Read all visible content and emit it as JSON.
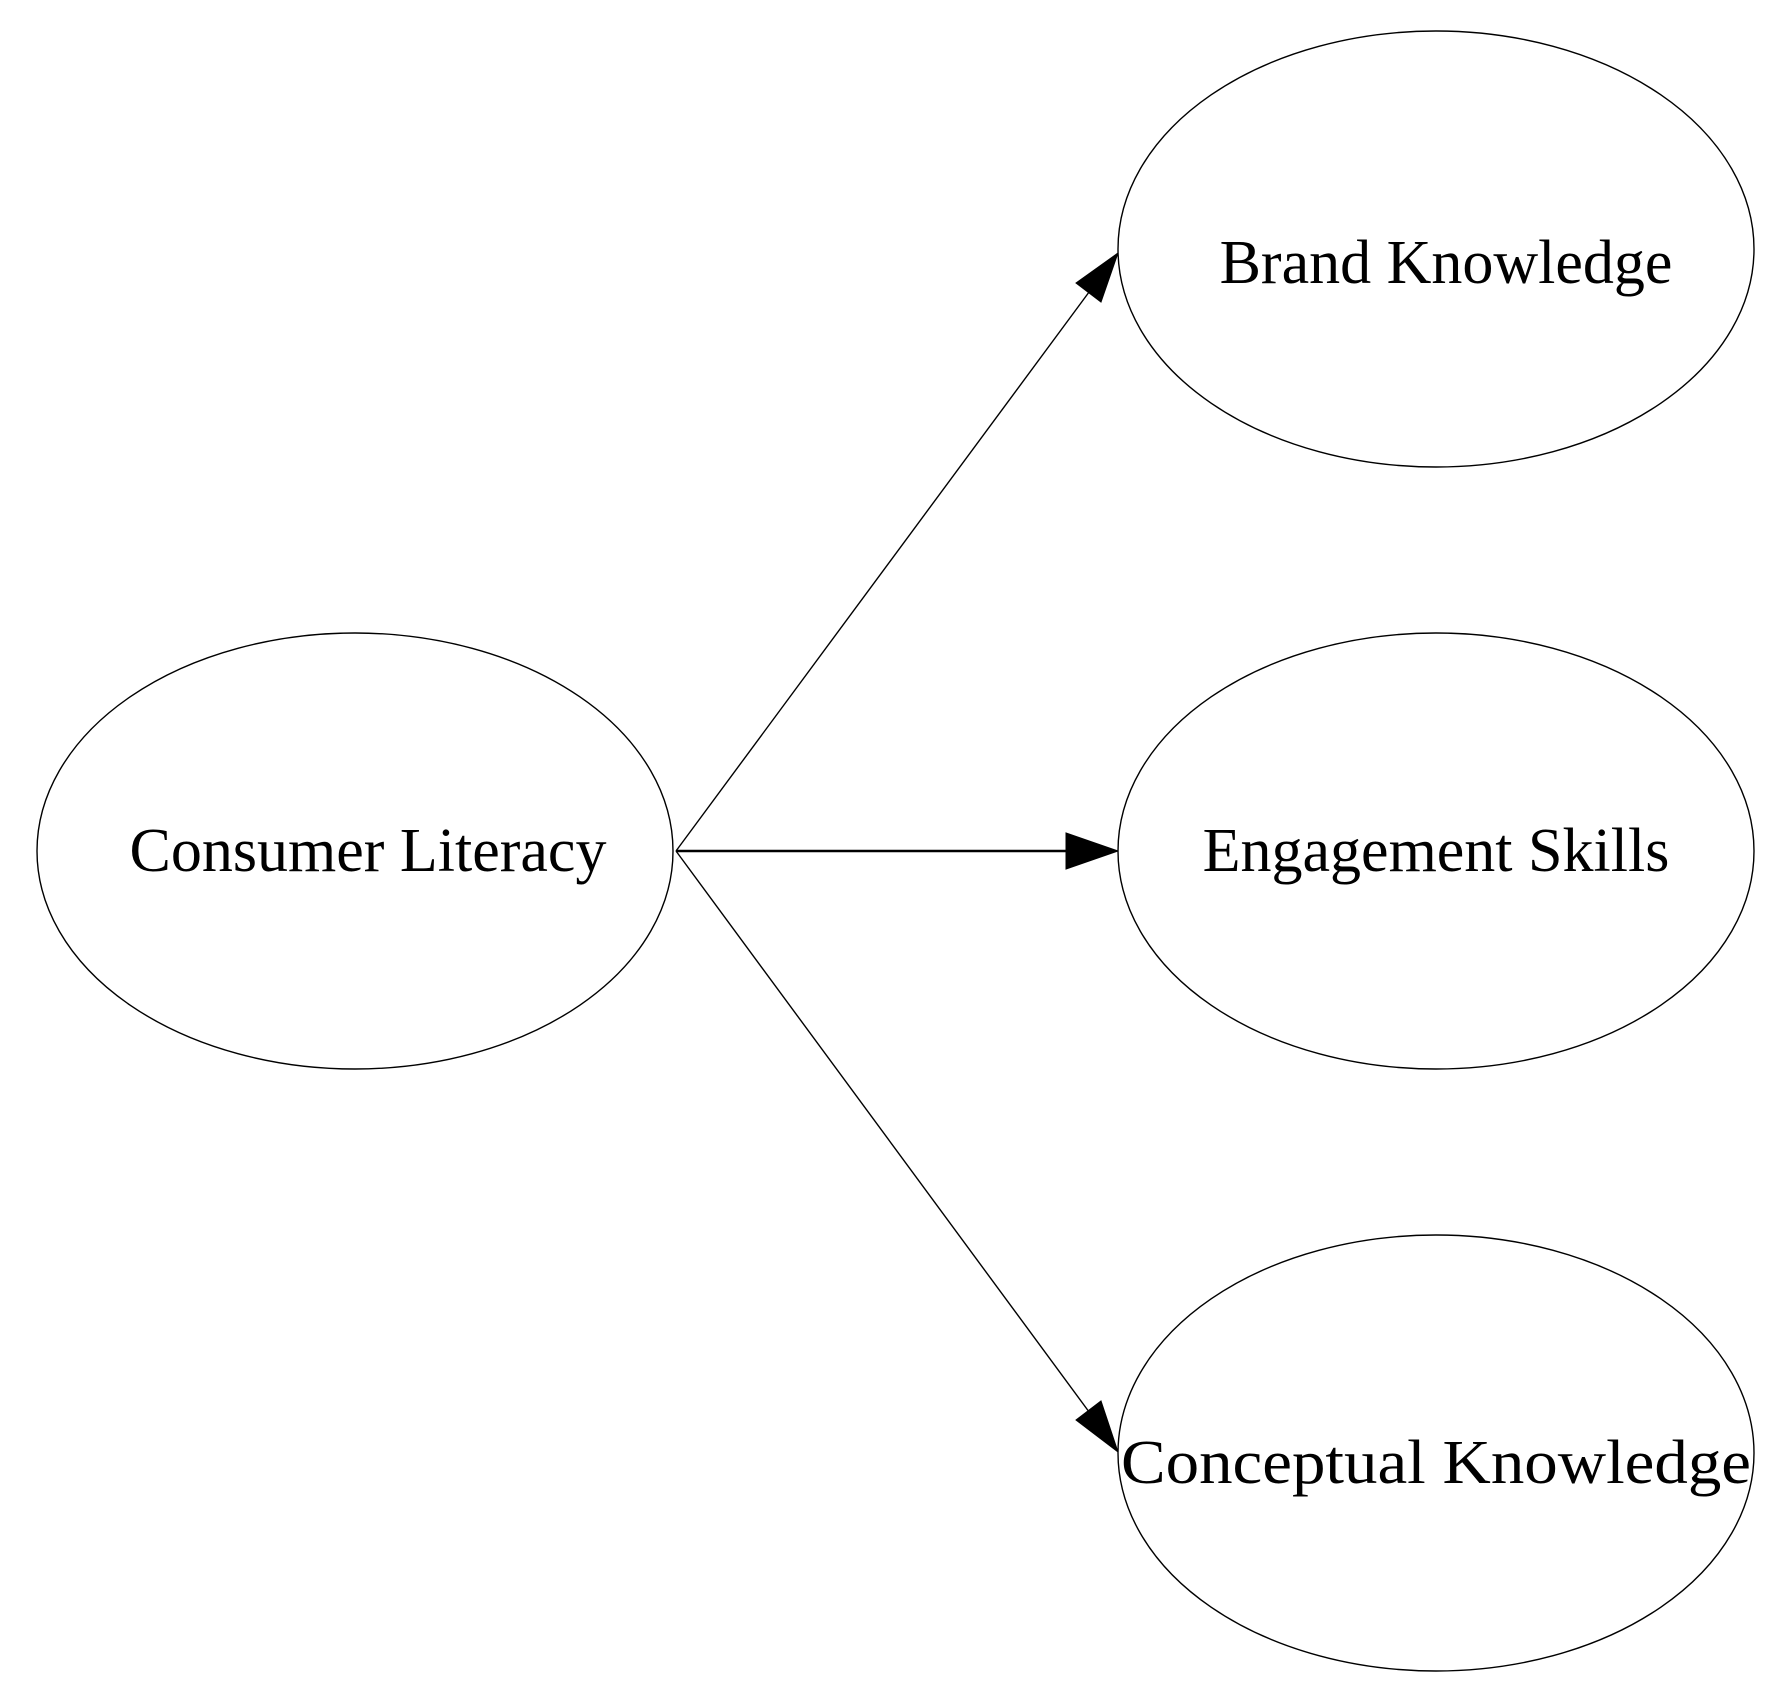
{
  "diagram": {
    "nodes": {
      "consumer_literacy": "Consumer Literacy",
      "brand_knowledge": "Brand Knowledge",
      "engagement_skills": "Engagement Skills",
      "conceptual_knowledge": "Conceptual Knowledge"
    },
    "edges": [
      {
        "from": "consumer_literacy",
        "to": "brand_knowledge"
      },
      {
        "from": "consumer_literacy",
        "to": "engagement_skills"
      },
      {
        "from": "consumer_literacy",
        "to": "conceptual_knowledge"
      }
    ]
  }
}
